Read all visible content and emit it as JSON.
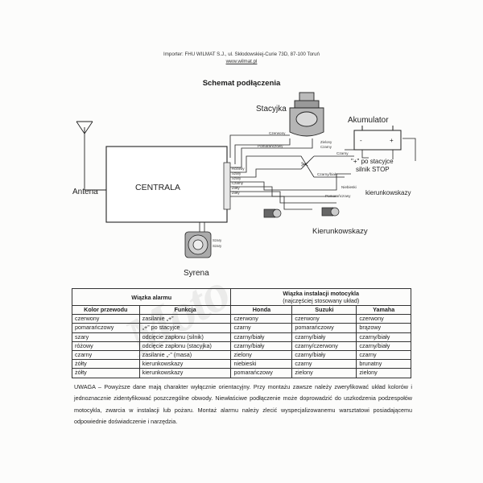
{
  "header": {
    "importer_line": "Importer: FHU WILMAT S.J., ul. Skłodowskiej-Curie 73D, 87-100 Toruń",
    "website": "www.wilmat.pl"
  },
  "schema_title": "Schemat podłączenia",
  "diagram": {
    "ignition_label": "Stacyjka",
    "battery_label": "Akumulator",
    "antenna_label": "Antena",
    "central_label": "CENTRALA",
    "siren_label": "Syrena",
    "ignition_plus_label": "\"+\" po stacyjce",
    "engine_stop_label": "silnik STOP",
    "indicators_label": "kierunkowskazy",
    "indicators_label_2": "Kierunkowskazy",
    "wire_czerwony": "Czerwony",
    "wire_pomaranczowy": "Pomarańczowy",
    "wire_czarny": "Czarny",
    "wire_czarny_bialy": "Czarny/biały",
    "wire_niebieski": "Niebieski",
    "wire_pomaranczowy_2": "Pomarańczowy",
    "ignition_sub_1": "Zielony",
    "ignition_sub_2": "Czarny",
    "central_pins": [
      "Różowy",
      "Szary",
      "Szary",
      "Czarny",
      "Żółty",
      "Żółty"
    ],
    "siren_pins": [
      "Szary",
      "Szary"
    ],
    "battery_minus": "-",
    "battery_plus": "+"
  },
  "table": {
    "group_alarm": "Wiązka alarmu",
    "group_moto_line1": "Wiązka instalacji motocykla",
    "group_moto_line2": "(najczęściej stosowany układ)",
    "columns": [
      "Kolor przewodu",
      "Funkcja",
      "Honda",
      "Suzuki",
      "Yamaha"
    ],
    "rows": [
      [
        "czerwony",
        "zasilanie „+”",
        "czerwony",
        "czerwony",
        "czerwony"
      ],
      [
        "pomarańczowy",
        "„+” po stacyjce",
        "czarny",
        "pomarańczowy",
        "brązowy"
      ],
      [
        "szary",
        "odcięcie zapłonu (silnik)",
        "czarny/biały",
        "czarny/biały",
        "czarny/biały"
      ],
      [
        "różowy",
        "odcięcie zapłonu (stacyjka)",
        "czarny/biały",
        "czarny/czerwony",
        "czarny/biały"
      ],
      [
        "czarny",
        "zasilanie „-” (masa)",
        "zielony",
        "czarny/biały",
        "czarny"
      ],
      [
        "żółty",
        "kierunkowskazy",
        "niebieski",
        "czarny",
        "brunatny"
      ],
      [
        "żółty",
        "kierunkowskazy",
        "pomarańczowy",
        "zielony",
        "zielony"
      ]
    ]
  },
  "note": "UWAGA – Powyższe dane mają charakter wyłącznie orientacyjny. Przy montażu zawsze należy zweryfikować układ kolorów i jednoznacznie zidentyfikować poszczególne obwody. Niewłaściwe podłączenie może doprowadzić do uszkodzenia podzespołów motocykla, zwarcia w instalacji lub pożaru. Montaż alarmu należy zlecić wyspecjalizowanemu warsztatowi posiadającemu odpowiednie doświadczenie i narzędzia.",
  "watermark": "Moto"
}
